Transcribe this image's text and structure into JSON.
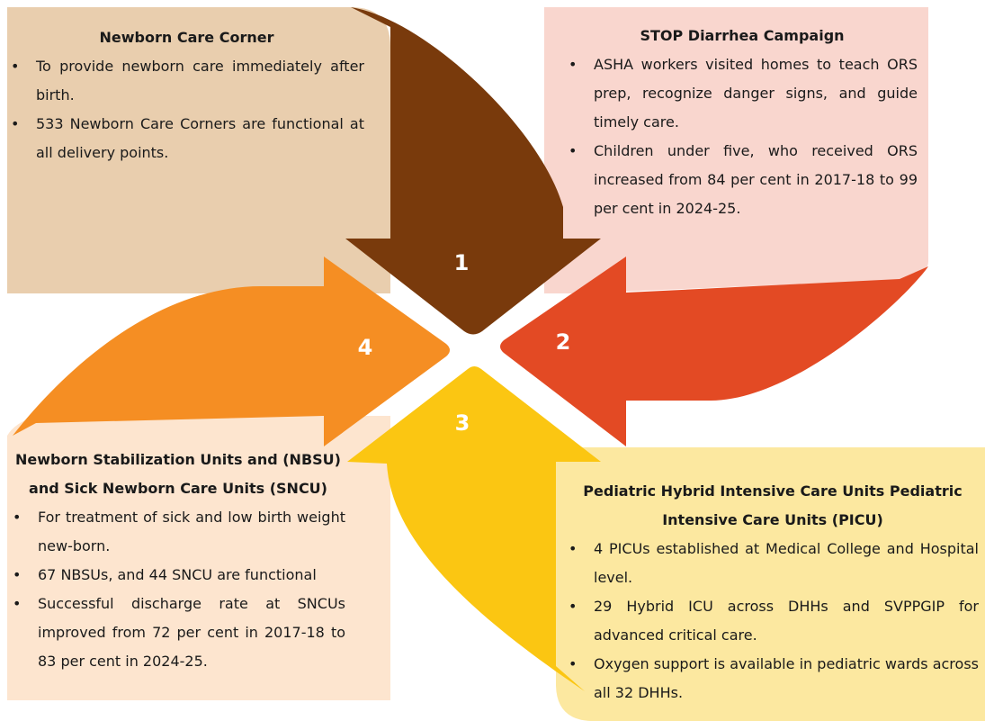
{
  "colors": {
    "box1": "#E9CEAE",
    "box2": "#F9D6CE",
    "box3": "#FCE8A0",
    "box4": "#FDE5CF",
    "arrow1": "#793A0C",
    "arrow2": "#E34A24",
    "arrow3": "#FBC612",
    "arrow4": "#F58E23"
  },
  "steps": [
    {
      "number": "1",
      "title": "Newborn Care Corner",
      "bullets": [
        "To provide newborn care immediately after birth.",
        "533 Newborn Care Corners are functional at all delivery points."
      ]
    },
    {
      "number": "2",
      "title": "STOP Diarrhea Campaign",
      "bullets": [
        "ASHA workers visited homes to teach ORS prep, recognize danger signs, and guide timely care.",
        "Children under five, who received ORS increased from 84 per cent in 2017-18 to 99 per cent in 2024-25."
      ]
    },
    {
      "number": "3",
      "title": "Pediatric Hybrid Intensive Care Units Pediatric Intensive Care Units (PICU)",
      "bullets": [
        "4 PICUs established at Medical College and Hospital level.",
        "29 Hybrid ICU across DHHs and SVPPGIP for advanced critical care.",
        "Oxygen support is available in pediatric wards across all 32 DHHs."
      ]
    },
    {
      "number": "4",
      "title": "Newborn Stabilization Units and (NBSU) and Sick Newborn Care Units (SNCU)",
      "bullets": [
        "For treatment of sick and low birth weight new-born.",
        "67 NBSUs, and 44 SNCU are functional",
        "Successful discharge rate at SNCUs improved from 72 per cent in 2017-18 to 83 per cent in 2024-25."
      ]
    }
  ]
}
